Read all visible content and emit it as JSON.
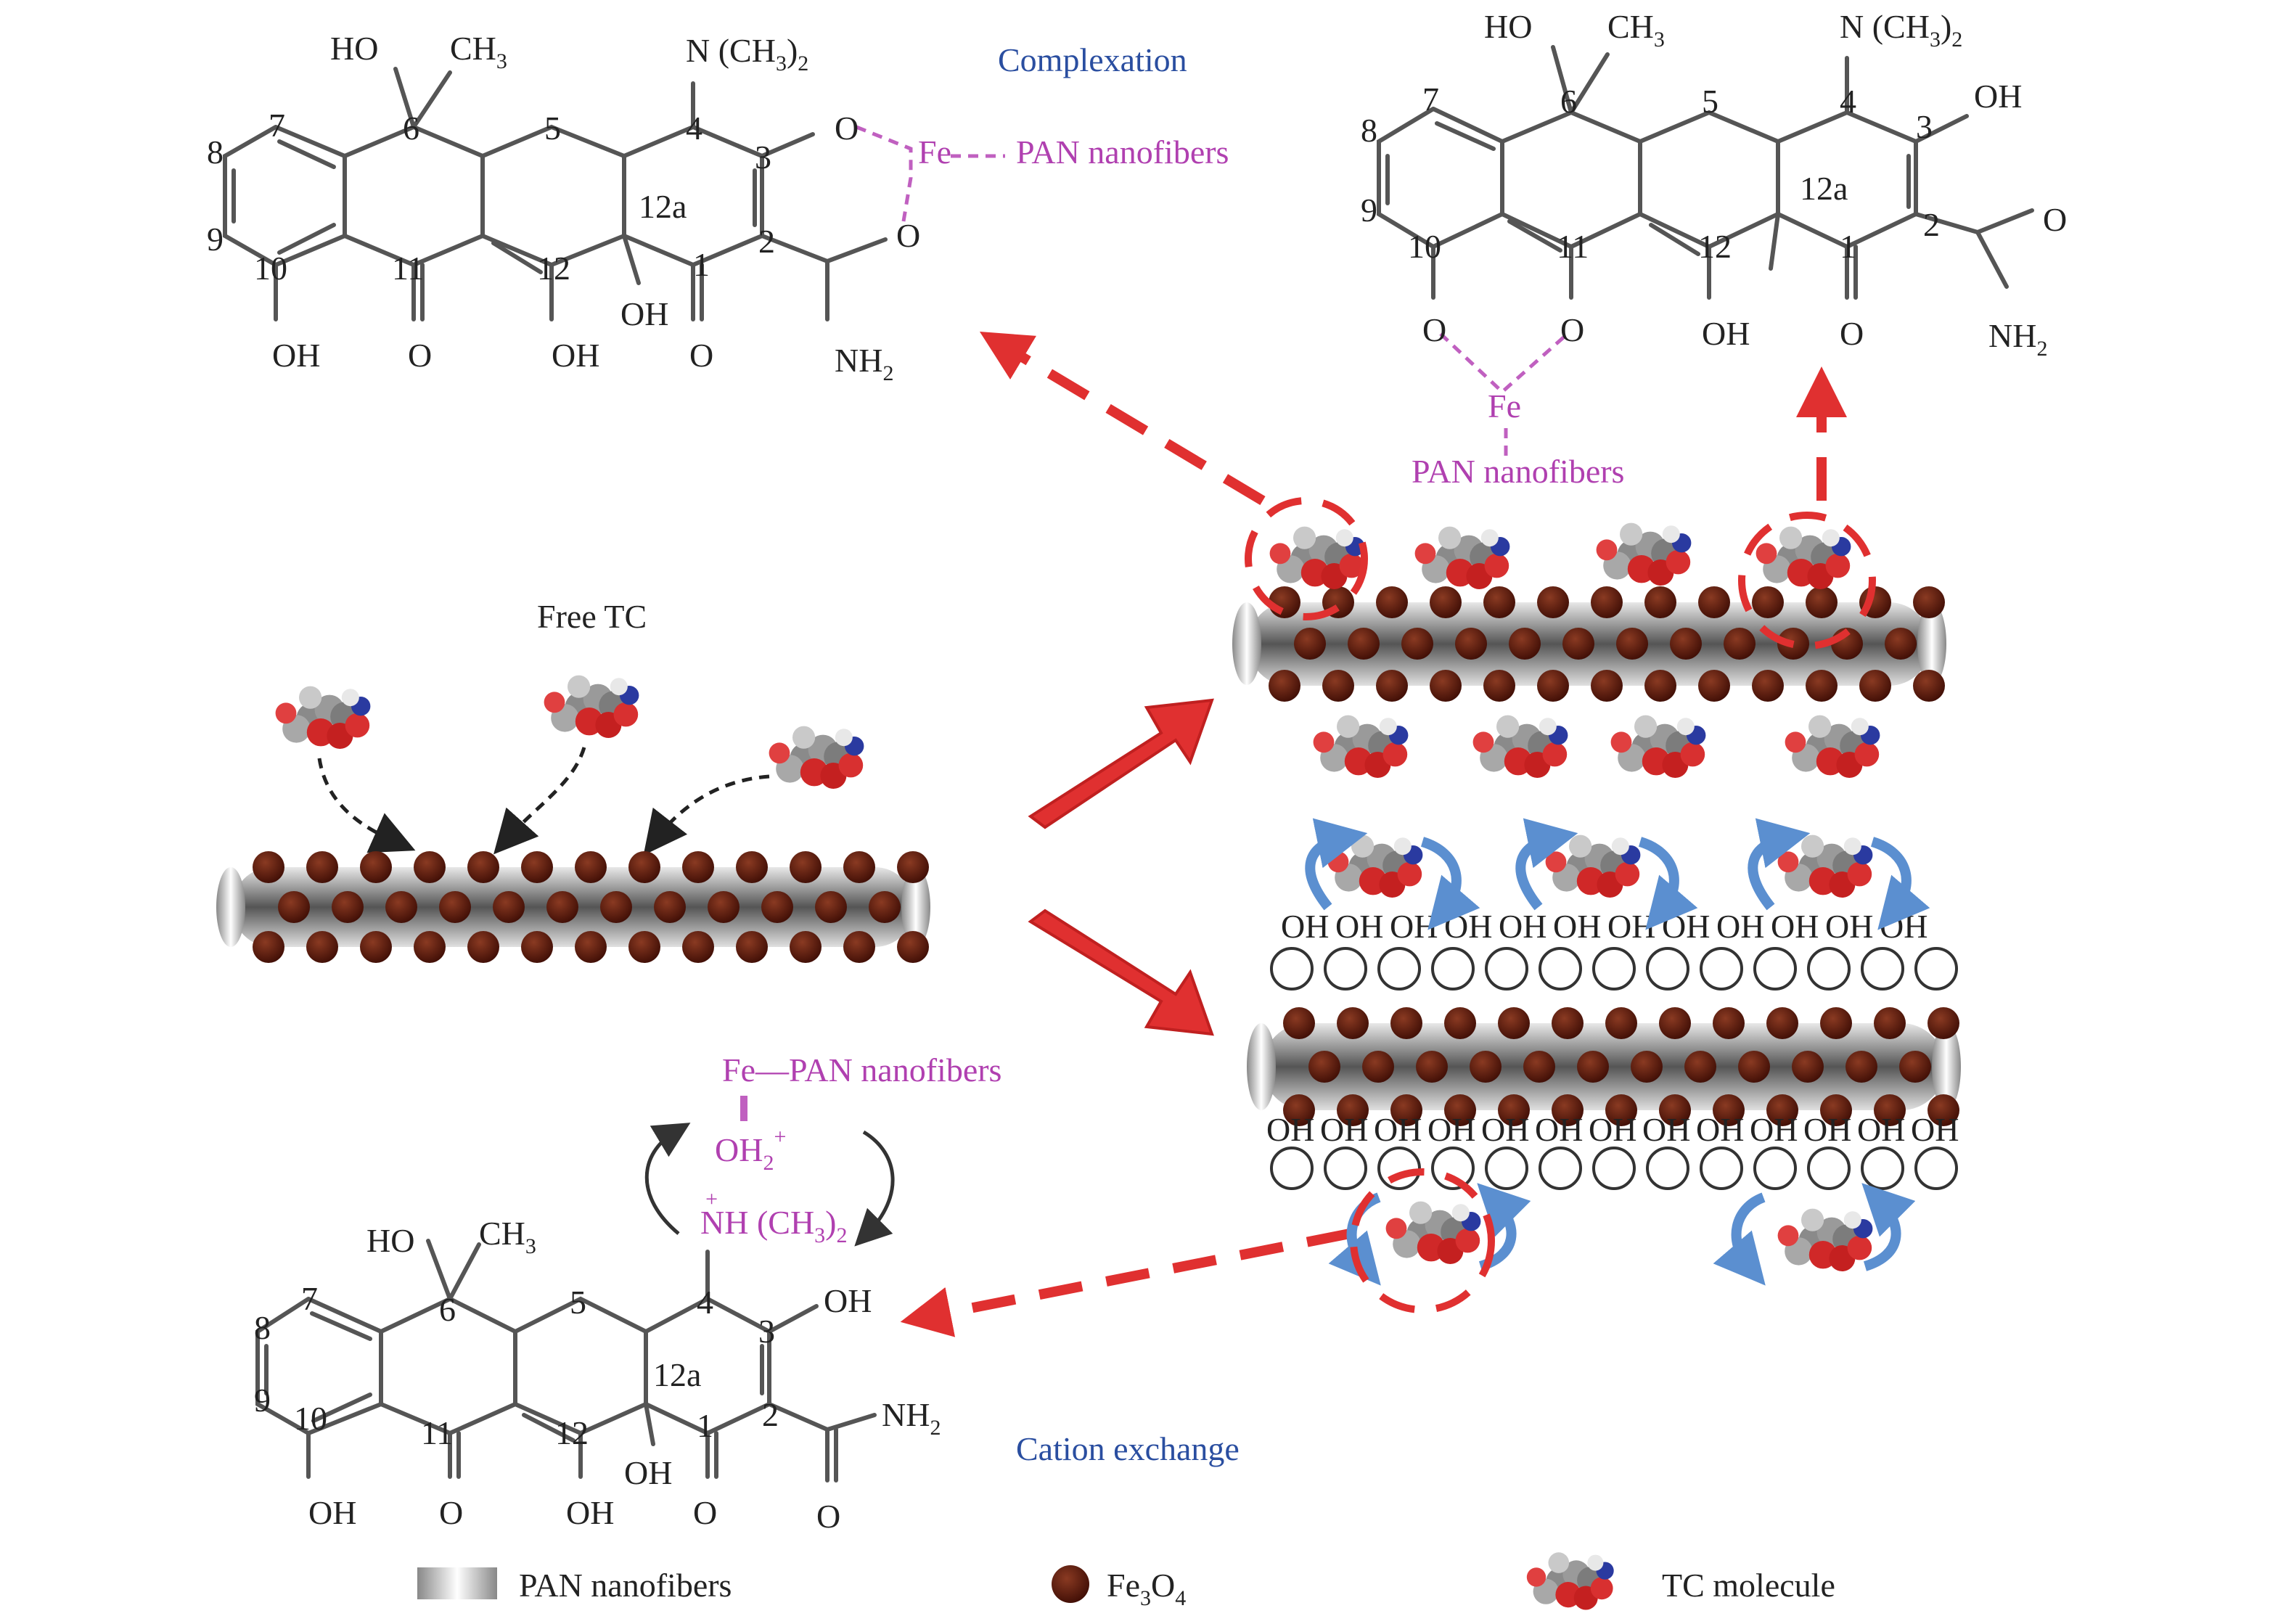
{
  "labels": {
    "complexation": "Complexation",
    "cation_exchange": "Cation exchange",
    "free_tc": "Free TC",
    "pan_nanofibers": "PAN nanofibers",
    "fe": "Fe",
    "fe_dash_pan": "Fe—PAN nanofibers",
    "oh2_plus": "OH",
    "nh_ch3_2": "NH (CH",
    "n_ch3_2": "N (CH",
    "close_2": ")",
    "sub_2": "2",
    "sub_3": "3",
    "plus": "+",
    "ho": "HO",
    "ch3": "CH",
    "oh": "OH",
    "o": "O",
    "nh2": "NH",
    "twelve_a": "12a",
    "oh_row_item": "OH"
  },
  "ring_numbers": [
    "1",
    "2",
    "3",
    "4",
    "5",
    "6",
    "7",
    "8",
    "9",
    "10",
    "11",
    "12"
  ],
  "legend": {
    "pan": "PAN nanofibers",
    "fe3o4_base": "Fe",
    "fe3o4_sub3": "3",
    "fe3o4_o": "O",
    "fe3o4_sub4": "4",
    "tc": "TC molecule"
  },
  "colors": {
    "fe3o4": "#5a1a0c",
    "arrow_red": "#e03030",
    "rotate_blue": "#5b8fd0",
    "label_pink": "#b040b0",
    "label_blue": "#2a4ea0",
    "tc_red": "#d02828",
    "tc_gray": "#8a8a8a",
    "tc_blue": "#2a3aa0"
  },
  "icons": {
    "fe3o4_particle": "fe3o4-particle-icon",
    "tc_molecule": "tc-molecule-icon",
    "pan_nanofiber": "pan-nanofiber-icon"
  }
}
